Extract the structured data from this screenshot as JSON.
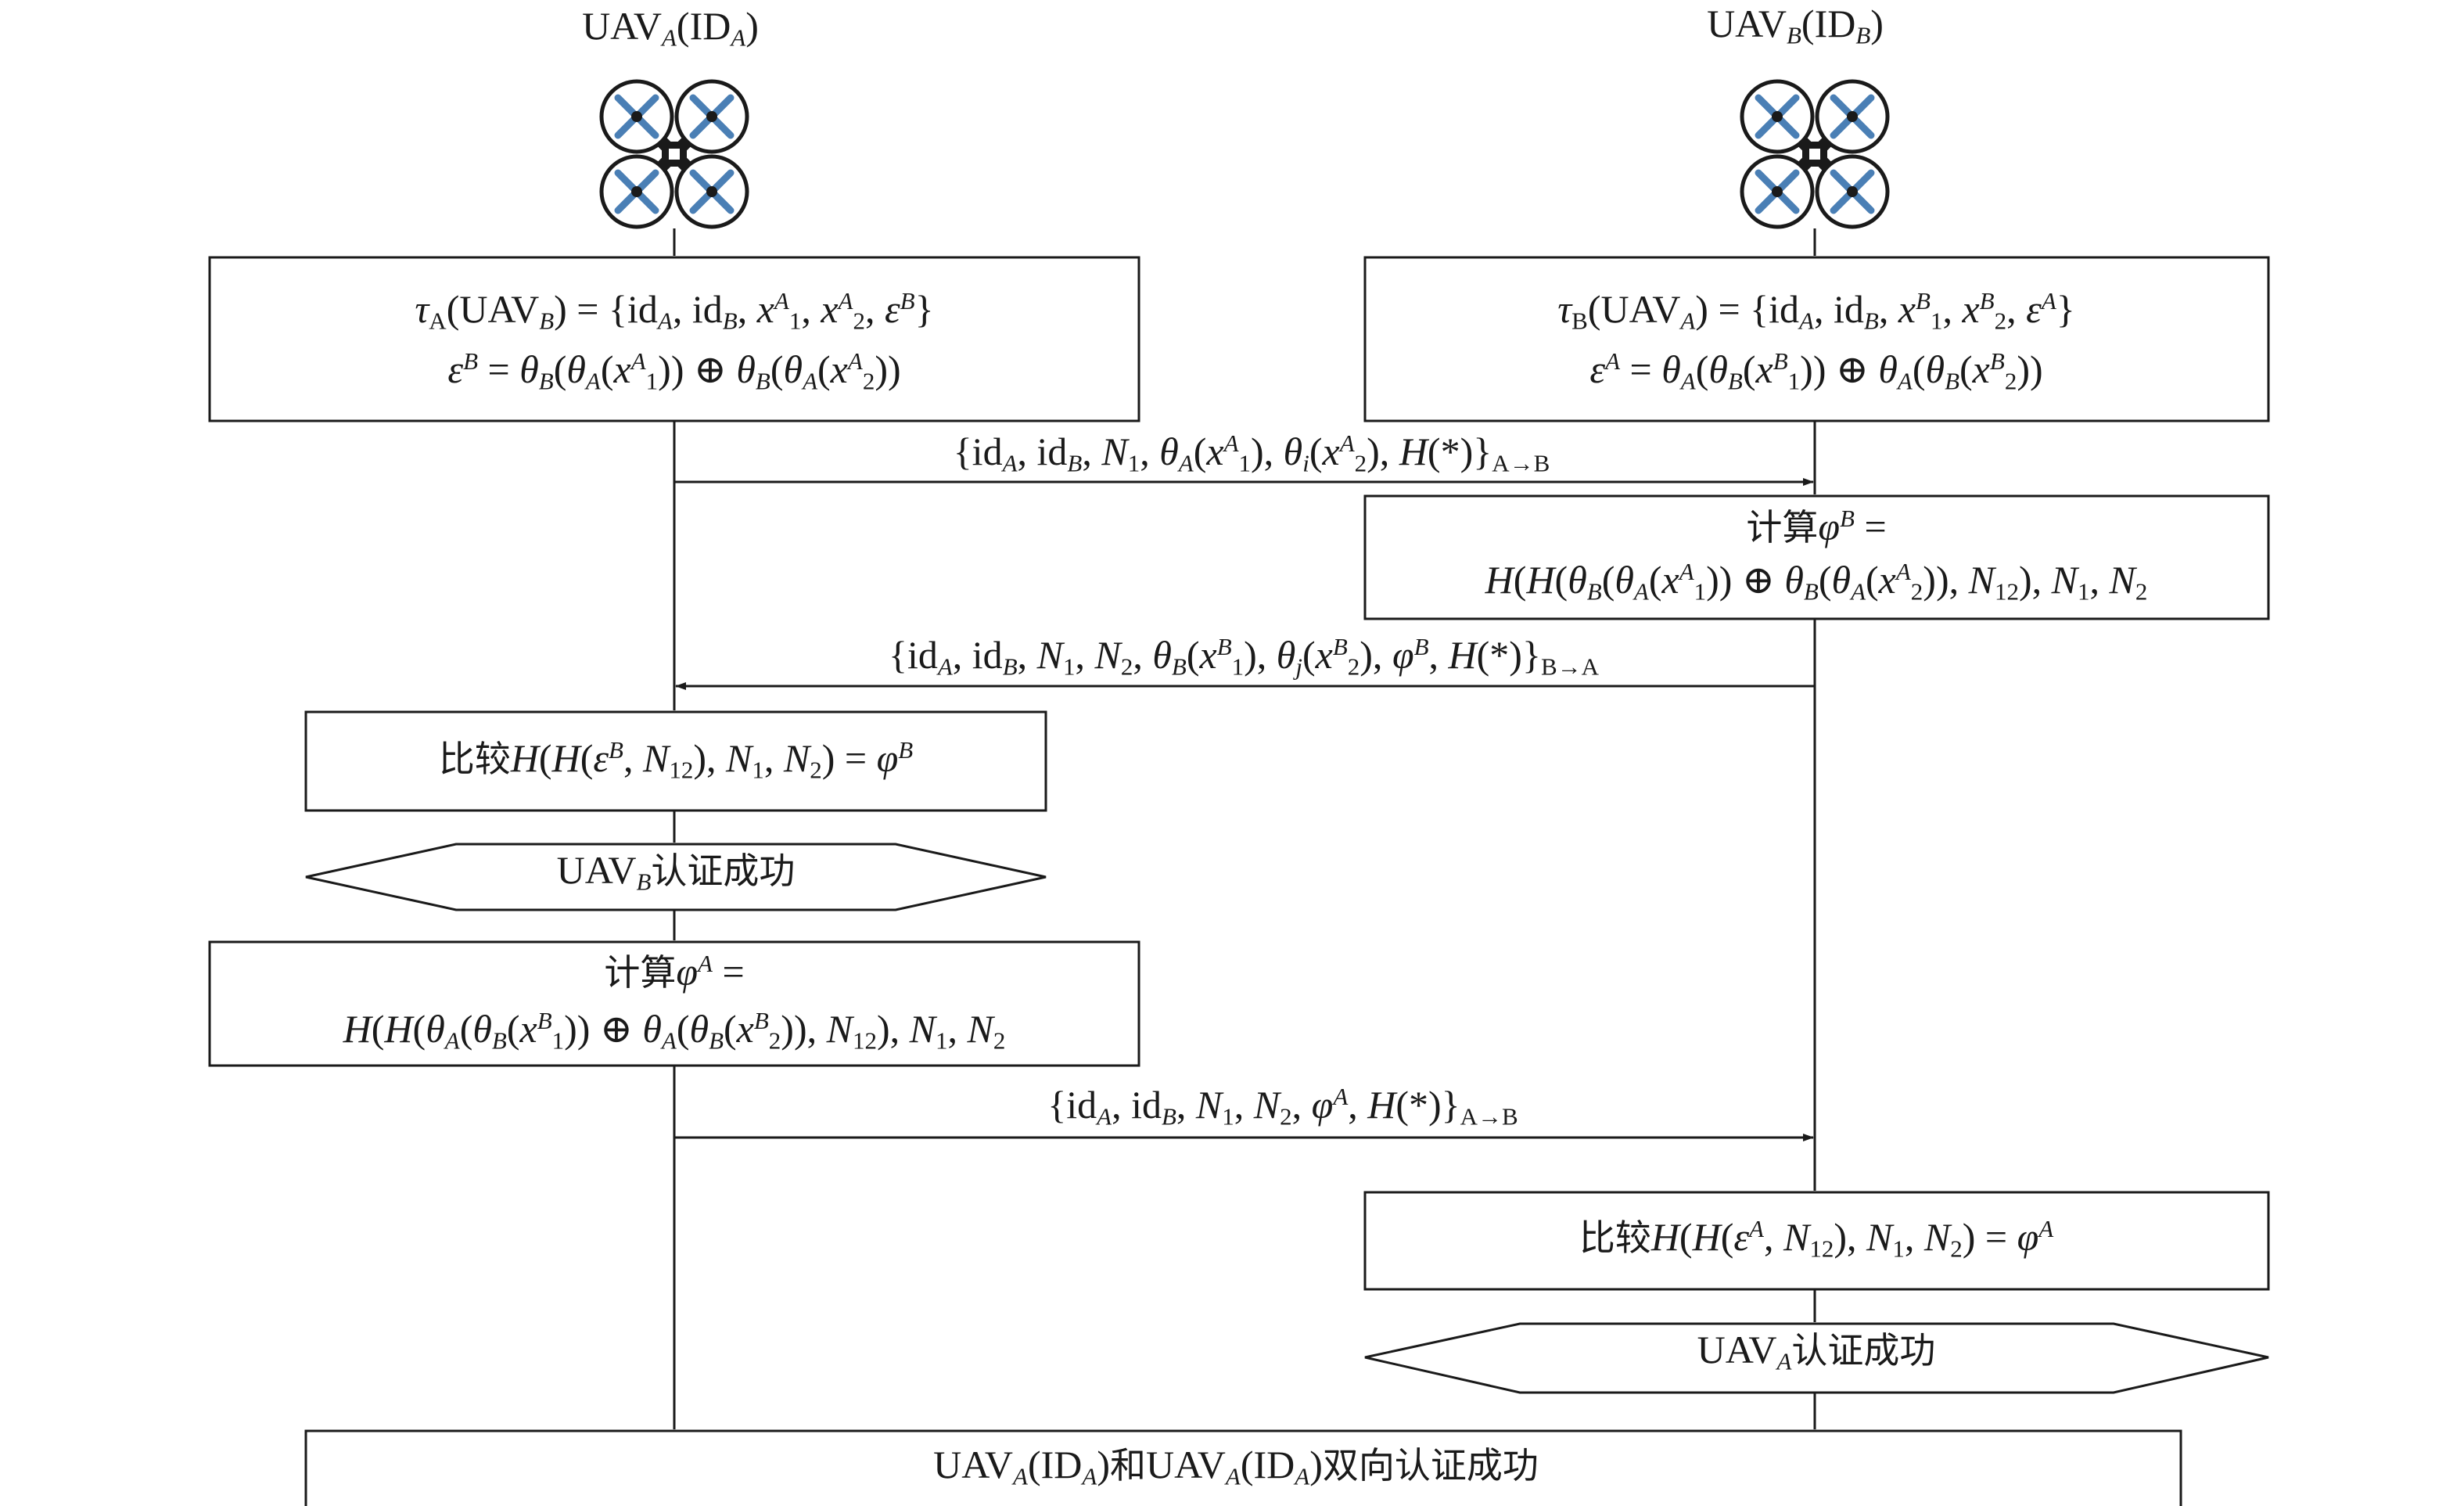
{
  "colors": {
    "stroke": "#1a1a1a",
    "propeller": "#4a7fb5",
    "background": "#ffffff"
  },
  "entities": {
    "uav_a": {
      "base": "UAV",
      "sub": "A",
      "id_base": "ID",
      "id_sub": "A"
    },
    "uav_b": {
      "base": "UAV",
      "sub": "B",
      "id_base": "ID",
      "id_sub": "B"
    }
  },
  "icons": {
    "uav_a": "quadcopter-drone-icon",
    "uav_b": "quadcopter-drone-icon"
  },
  "messages": {
    "m1_subscript": "A→B",
    "m2_subscript": "B→A",
    "m3_subscript": "A→B"
  },
  "cjk": {
    "compute": "计算",
    "compare": "比较",
    "auth_success": "认证成功",
    "and": "和",
    "mutual_auth_success": "双向认证成功"
  }
}
